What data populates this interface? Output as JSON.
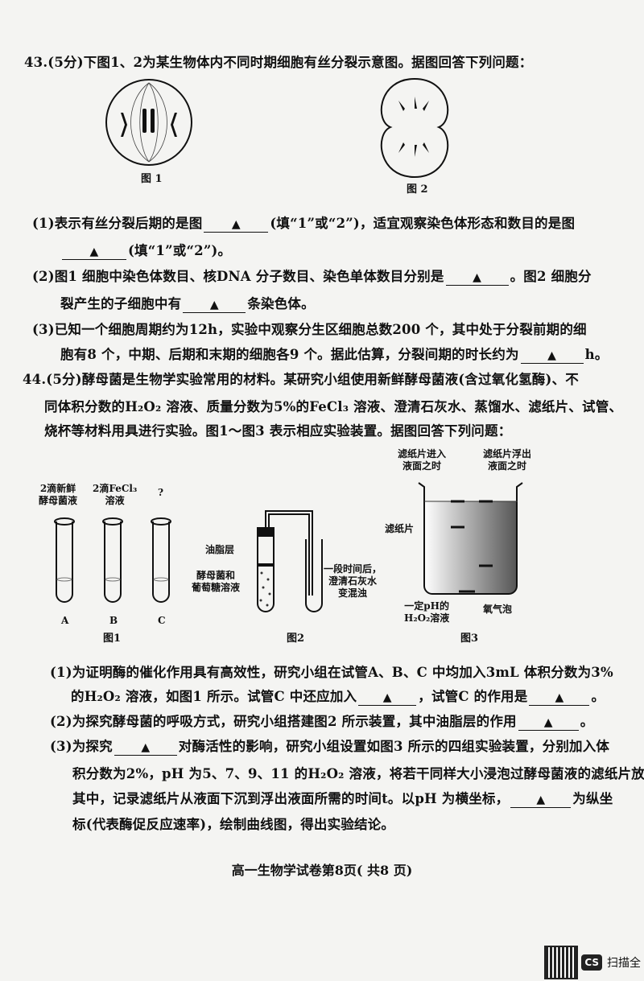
{
  "q43": {
    "title": "43.(5分)下图1、2为某生物体内不同时期细胞有丝分裂示意图。据图回答下列问题：",
    "fig1_caption": "图 1",
    "fig2_caption": "图 2",
    "p1a": "(1)表示有丝分裂后期的是图",
    "p1b": "(填“1”或“2”)，适宜观察染色体形态和数目的是图",
    "p1c": "(填“1”或“2”)。",
    "p2a": "(2)图1 细胞中染色体数目、核DNA 分子数目、染色单体数目分别是",
    "p2b": "。图2 细胞分",
    "p2c": "裂产生的子细胞中有",
    "p2d": "条染色体。",
    "p3a": "(3)已知一个细胞周期约为12h，实验中观察分生区细胞总数200 个，其中处于分裂前期的细",
    "p3b": "胞有8 个，中期、后期和末期的细胞各9 个。据此估算，分裂间期的时长约为",
    "p3c": "h。"
  },
  "blank_mark": "▲",
  "q44": {
    "title": "44.(5分)酵母菌是生物学实验常用的材料。某研究小组使用新鲜酵母菌液(含过氧化氢酶)、不",
    "t2": "同体积分数的H₂O₂ 溶液、质量分数为5%的FeCl₃ 溶液、澄清石灰水、蒸馏水、滤纸片、试管、",
    "t3": "烧杯等材料用具进行实验。图1～图3 表示相应实验装置。据图回答下列问题：",
    "fig1": {
      "tubeA_label": "2滴新鲜\n酵母菌液",
      "tubeB_label": "2滴FeCl₃\n溶液",
      "tubeC_label": "?",
      "A": "A",
      "B": "B",
      "C": "C",
      "caption": "图1"
    },
    "fig2": {
      "oil": "油脂层",
      "yeast": "酵母菌和\n葡萄糖溶液",
      "lime": "一段时间后，\n澄清石灰水\n变混浊",
      "caption": "图2"
    },
    "fig3": {
      "enter": "滤纸片进入\n液面之时",
      "float": "滤纸片浮出\n液面之时",
      "paper": "滤纸片",
      "solution": "一定pH的\nH₂O₂溶液",
      "bubble": "氧气泡",
      "caption": "图3"
    },
    "p1a": "(1)为证明酶的催化作用具有高效性，研究小组在试管A、B、C 中均加入3mL 体积分数为3%",
    "p1b": "的H₂O₂ 溶液，如图1 所示。试管C 中还应加入",
    "p1c": "，试管C 的作用是",
    "p1d": "。",
    "p2a": "(2)为探究酵母菌的呼吸方式，研究小组搭建图2 所示装置，其中油脂层的作用",
    "p2b": "。",
    "p3a": "(3)为探究",
    "p3b": "对酶活性的影响，研究小组设置如图3 所示的四组实验装置，分别加入体",
    "p3c": "积分数为2%，pH 为5、7、9、11 的H₂O₂ 溶液，将若干同样大小浸泡过酵母菌液的滤纸片放入",
    "p3d": "其中，记录滤纸片从液面下沉到浮出液面所需的时间t。以pH 为横坐标，",
    "p3e": "为纵坐",
    "p3f": "标(代表酶促反应速率)，绘制曲线图，得出实验结论。"
  },
  "footer": "高一生物学试卷第8页( 共8 页)",
  "scanner_badge": "CS",
  "scanner_text": "扫描全"
}
